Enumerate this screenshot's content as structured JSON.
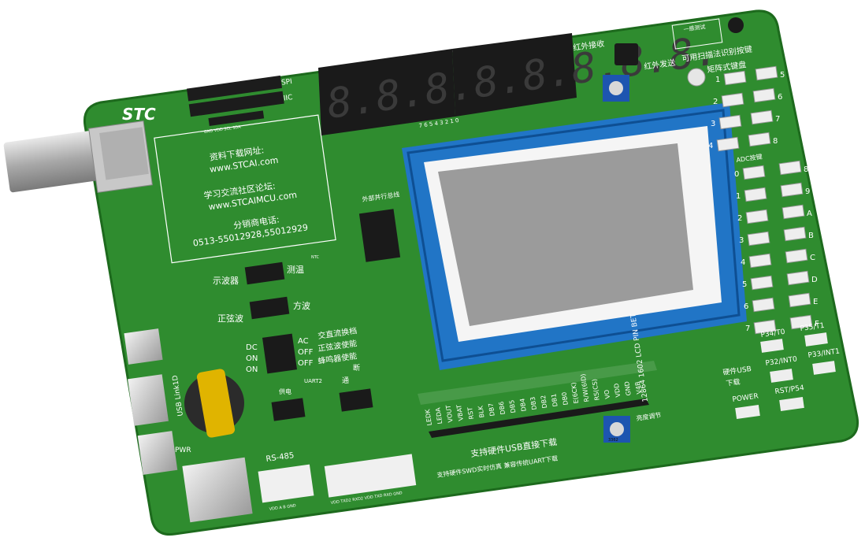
{
  "board": {
    "logo": "STC",
    "download_url_label": "资料下载网址:",
    "download_url": "www.STCAI.com",
    "forum_label": "学习交流社区论坛:",
    "forum_url": "www.STCAIMCU.com",
    "phone_label": "分销商电话:",
    "phone_numbers": "0513-55012928,55012929",
    "header_labels": [
      "SPI",
      "IIC"
    ],
    "header_pins": "GND VDD SCL SDA",
    "ir_receive": "红外接收",
    "ir_send": "红外发送",
    "matrix_keys_title": "可用扫描法识别按键",
    "matrix_keys_subtitle": "矩阵式键盘",
    "adc_keys": "ADC按键",
    "proximity_label": "一感测试",
    "ext_parallel": "外部并行总线",
    "led_digits": "7 6 5 4 3 2 1 0",
    "oscilloscope": "示波器",
    "temperature": "测温",
    "sine_wave": "正弦波",
    "square_wave": "方波",
    "ntc_label": "NTC",
    "ac_dc_title": "交直流换档",
    "sine_enable": "正弦波使能",
    "buzzer_enable": "蜂鸣器使能",
    "switch_rows": [
      {
        "left": "DC",
        "right": "AC"
      },
      {
        "left": "ON",
        "right": "OFF"
      },
      {
        "left": "ON",
        "right": "OFF"
      }
    ],
    "uart_label": "UART2",
    "power_supply": "供电",
    "disconnect": "断",
    "connect": "通",
    "pwr_label": "PWR",
    "usb_link": "USB Link1D",
    "rs485": "RS-485",
    "rs485_pins": "VDD A B GND",
    "uart_pins": "VDD TXD2 RXD2 VDD TXD RXD GND",
    "hw_usb_download_1": "硬件USB",
    "hw_usb_download_2": "下载",
    "power_button": "POWER",
    "rst_button": "RST/P54",
    "p34": "P34/T0",
    "p35": "P35/T1",
    "p32": "P32/INT0",
    "p33": "P33/INT1",
    "usb_direct_download": "支持硬件USB直接下载",
    "swd_debug_note": "支持硬件SWD实时仿真  兼容传统UART下载",
    "lcd_pins": [
      "LEDK",
      "LEDA",
      "VOUT",
      "VBAT",
      "RST",
      "BLK",
      "DB7",
      "DB6",
      "DB5",
      "DB4",
      "DB3",
      "DB2",
      "DB1",
      "DB0",
      "E(6CK)",
      "R/W(6ID)",
      "RS(CS)",
      "VO",
      "VDD",
      "GND",
      "V4B"
    ],
    "lcd_model": "12864 1602 LCD PIN BET",
    "contrast_label": "亮度调节",
    "pot_value": "3362",
    "matrix_key_numbers": [
      "1",
      "5",
      "2",
      "6",
      "3",
      "7",
      "4",
      "8"
    ],
    "adc_key_labels": [
      "0",
      "8",
      "1",
      "9",
      "2",
      "A",
      "3",
      "B",
      "4",
      "C",
      "5",
      "D",
      "6",
      "E",
      "7",
      "F"
    ],
    "seven_seg_display": "8.8.8.8.8.8.8.8."
  },
  "colors": {
    "pcb": "#3a9a3a",
    "pcb_dark": "#2a7a2a",
    "tft_frame": "#1f6fc0",
    "tft_screen": "#9a9a9a",
    "seven_seg_off": "#2a2a2a"
  }
}
